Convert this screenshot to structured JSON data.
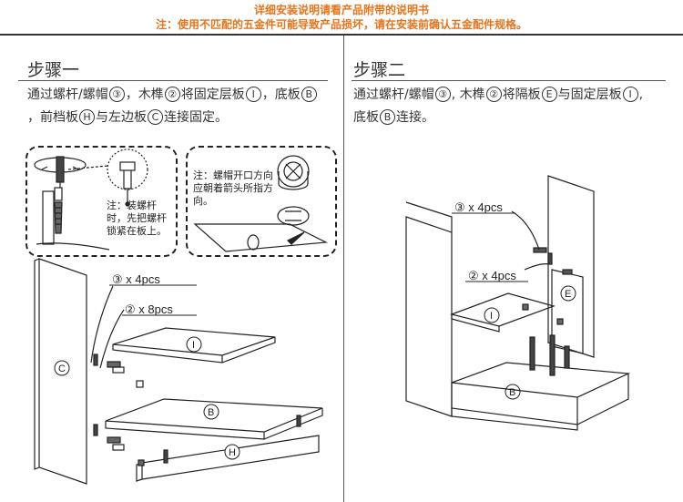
{
  "header": {
    "line1": "详细安装说明请看产品附带的说明书",
    "line2": "注：使用不匹配的五金件可能导致产品损坏，请在安装前确认五金配件规格。"
  },
  "step1": {
    "title": "步骤一",
    "desc": {
      "a": "通过螺杆/螺帽",
      "c1": "③",
      "b": "，木榫",
      "c2": "②",
      "c": "将固定层板",
      "c3": "I",
      "d": "，底板",
      "c4": "B",
      "e": "，前档板",
      "c5": "H",
      "f": "与左边板",
      "c6": "C",
      "g": "连接固定。"
    },
    "note_screw": "注：装螺杆时，先把螺杆锁紧在板上。",
    "note_cam": "注：螺帽开口方向应朝着箭头所指方向。",
    "qty_3": "③ x 4pcs",
    "qty_2": "② x 8pcs",
    "panel_c": "C",
    "panel_i": "I",
    "panel_b": "B",
    "panel_h": "H"
  },
  "step2": {
    "title": "步骤二",
    "desc": {
      "a": "通过螺杆/螺帽",
      "c1": "③",
      "b": ", 木榫",
      "c2": "②",
      "c": "将隔板",
      "c3": "E",
      "d": "与固定层板",
      "c4": "I",
      "e": ",",
      "f": "底板",
      "c5": "B",
      "g": "连接。"
    },
    "qty_3": "③ x 4pcs",
    "qty_2": "② x 4pcs",
    "panel_e": "E",
    "panel_i": "I",
    "panel_b": "B"
  }
}
